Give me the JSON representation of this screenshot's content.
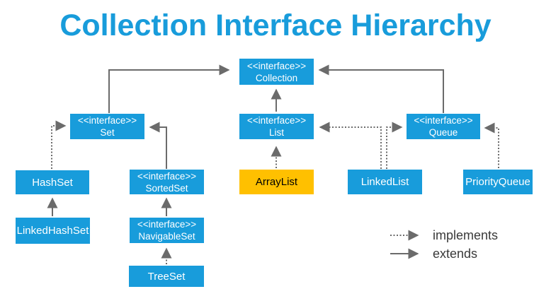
{
  "title": "Collection Interface Hierarchy",
  "colors": {
    "box_blue": "#189CDB",
    "box_highlight_orange": "#FFC000",
    "box_text_white": "#FFFFFF",
    "highlight_text_black": "#000000",
    "title_blue": "#189CDB",
    "connector_gray": "#6B6B6B",
    "background": "#FFFFFF"
  },
  "nodes": {
    "collection": {
      "stereotype": "<<interface>>",
      "name": "Collection",
      "kind": "interface"
    },
    "set": {
      "stereotype": "<<interface>>",
      "name": "Set",
      "kind": "interface"
    },
    "list": {
      "stereotype": "<<interface>>",
      "name": "List",
      "kind": "interface"
    },
    "queue": {
      "stereotype": "<<interface>>",
      "name": "Queue",
      "kind": "interface"
    },
    "hashset": {
      "name": "HashSet",
      "kind": "class"
    },
    "sortedset": {
      "stereotype": "<<interface>>",
      "name": "SortedSet",
      "kind": "interface"
    },
    "arraylist": {
      "name": "ArrayList",
      "kind": "class",
      "highlighted": true
    },
    "linkedlist": {
      "name": "LinkedList",
      "kind": "class"
    },
    "priorityqueue": {
      "name": "PriorityQueue",
      "kind": "class"
    },
    "linkedhashset": {
      "name": "LinkedHashSet",
      "kind": "class"
    },
    "navigableset": {
      "stereotype": "<<interface>>",
      "name": "NavigableSet",
      "kind": "interface"
    },
    "treeset": {
      "name": "TreeSet",
      "kind": "class"
    }
  },
  "edges": [
    {
      "from": "Set",
      "to": "Collection",
      "relation": "extends"
    },
    {
      "from": "List",
      "to": "Collection",
      "relation": "extends"
    },
    {
      "from": "Queue",
      "to": "Collection",
      "relation": "extends"
    },
    {
      "from": "HashSet",
      "to": "Set",
      "relation": "implements"
    },
    {
      "from": "SortedSet",
      "to": "Set",
      "relation": "extends"
    },
    {
      "from": "ArrayList",
      "to": "List",
      "relation": "implements"
    },
    {
      "from": "LinkedList",
      "to": "List",
      "relation": "implements"
    },
    {
      "from": "LinkedList",
      "to": "Queue",
      "relation": "implements"
    },
    {
      "from": "PriorityQueue",
      "to": "Queue",
      "relation": "implements"
    },
    {
      "from": "LinkedHashSet",
      "to": "HashSet",
      "relation": "extends"
    },
    {
      "from": "NavigableSet",
      "to": "SortedSet",
      "relation": "extends"
    },
    {
      "from": "TreeSet",
      "to": "NavigableSet",
      "relation": "implements"
    }
  ],
  "legend": {
    "implements_label": "implements",
    "extends_label": "extends"
  }
}
